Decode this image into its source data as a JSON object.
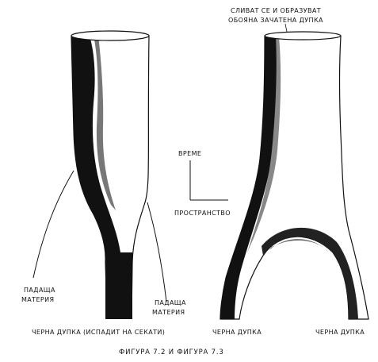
{
  "labels": {
    "top_right_line1": "СЛИВАТ СЕ И ОБРАЗУВАТ",
    "top_right_line2": "ОБОЯНА ЗАЧАТЕНА ДУПКА",
    "time": "ВРЕМЕ",
    "space": "ПРОСТРАНСТВО",
    "falling_matter_left_1": "ПАДАЩА",
    "falling_matter_left_2": "МАТЕРИЯ",
    "falling_matter_right_1": "ПАДАЩА",
    "falling_matter_right_2": "МАТЕРИЯ",
    "bottom_left": "ЧЕРНА ДУПКА (ИСПАДИТ НА СЕКАТИ)",
    "black_hole_1": "ЧЕРНА ДУПКА",
    "black_hole_2": "ЧЕРНА ДУПКА"
  },
  "caption": "ФИГУРА 7.2 И ФИГУРА 7.3"
}
